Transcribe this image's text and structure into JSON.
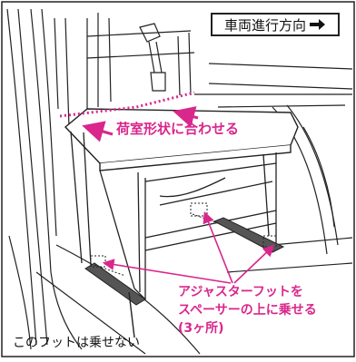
{
  "direction_label": "車両進行方向",
  "direction_icon": "arrow-right-icon",
  "shape_label": "荷室形状に合わせる",
  "adjuster_label": [
    "アジャスターフットを",
    "スペーサーの上に乗せる",
    "(3ヶ所)"
  ],
  "no_foot_label": "このフットは乗せない",
  "colors": {
    "accent": "#d9278c",
    "line": "#222222"
  }
}
